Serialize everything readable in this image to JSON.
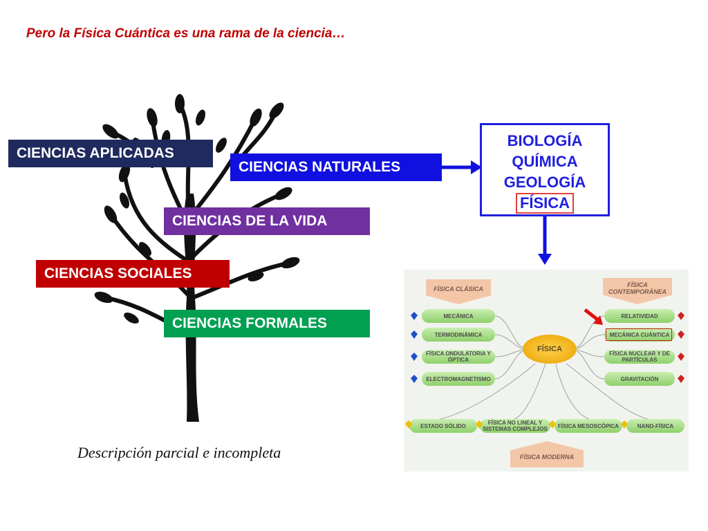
{
  "title": "Pero la Física Cuántica es una rama de la ciencia…",
  "caption": "Descripción parcial e incompleta",
  "tree_tags": [
    {
      "id": "aplicadas",
      "label": "CIENCIAS APLICADAS",
      "color": "#1f2a5e"
    },
    {
      "id": "naturales",
      "label": "CIENCIAS NATURALES",
      "color": "#1010e0"
    },
    {
      "id": "vida",
      "label": "CIENCIAS DE LA VIDA",
      "color": "#7030a0"
    },
    {
      "id": "sociales",
      "label": "CIENCIAS SOCIALES",
      "color": "#c00000"
    },
    {
      "id": "formales",
      "label": "CIENCIAS FORMALES",
      "color": "#00a050"
    }
  ],
  "natural_sciences_box": {
    "items": [
      "BIOLOGÍA",
      "QUÍMICA",
      "GEOLOGÍA",
      "FÍSICA"
    ],
    "highlighted": "FÍSICA",
    "border_color": "#1f1fe0"
  },
  "mind_map": {
    "center": "FÍSICA",
    "clasica_header": "FÍSICA CLÁSICA",
    "contemporanea_header": "FÍSICA CONTEMPORÁNEA",
    "moderna_header": "FÍSICA MODERNA",
    "clasica": [
      "MECÁNICA",
      "TERMODINÁMICA",
      "FÍSICA ONDULATORIA Y ÓPTICA",
      "ELECTROMAGNETISMO"
    ],
    "contemporanea": [
      "RELATIVIDAD",
      "MECÁNICA CUÁNTICA",
      "FÍSICA NUCLEAR Y DE PARTÍCULAS",
      "GRAVITACIÓN"
    ],
    "moderna": [
      "ESTADO SÓLIDO",
      "FÍSICA NO LINEAL Y SISTEMAS COMPLEJOS",
      "FÍSICA MESOSCÓPICA",
      "NANO-FÍSICA"
    ],
    "highlighted": "MECÁNICA CUÁNTICA"
  },
  "colors": {
    "title": "#c00000",
    "arrow": "#1010e0",
    "pointer": "#e01010"
  }
}
